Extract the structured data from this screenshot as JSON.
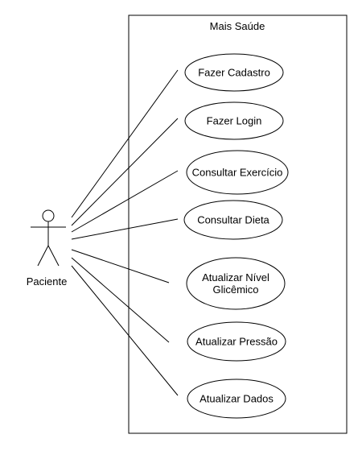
{
  "system": {
    "title": "Mais Saúde"
  },
  "actor": {
    "label": "Paciente"
  },
  "use_cases": [
    {
      "lines": [
        "Fazer Cadastro"
      ]
    },
    {
      "lines": [
        "Fazer Login"
      ]
    },
    {
      "lines": [
        "Consultar Exercício"
      ]
    },
    {
      "lines": [
        "Consultar Dieta"
      ]
    },
    {
      "lines": [
        "Atualizar Nível",
        "Glicêmico"
      ]
    },
    {
      "lines": [
        "Atualizar Pressão"
      ]
    },
    {
      "lines": [
        "Atualizar Dados"
      ]
    }
  ]
}
